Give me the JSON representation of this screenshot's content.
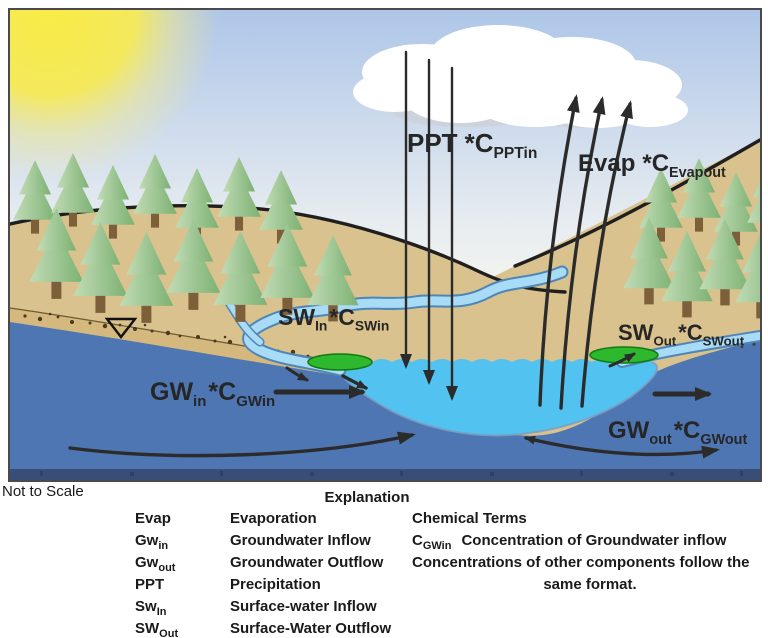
{
  "figure": {
    "footnote": "Not to Scale"
  },
  "flux_labels": {
    "ppt": {
      "base": "PPT",
      "base_sub": "",
      "mult": "*C",
      "conc_sub": "PPTin"
    },
    "evap": {
      "base": "Evap",
      "base_sub": "",
      "mult": "*C",
      "conc_sub": "Evapout"
    },
    "sw_in": {
      "base": "SW",
      "base_sub": "In",
      "mult": "*C",
      "conc_sub": "SWin"
    },
    "sw_out": {
      "base": "SW",
      "base_sub": "Out",
      "mult": "*C",
      "conc_sub": "SWout"
    },
    "gw_in": {
      "base": "GW",
      "base_sub": "in",
      "mult": "*C",
      "conc_sub": "GWin"
    },
    "gw_out": {
      "base": "GW",
      "base_sub": "out",
      "mult": "*C",
      "conc_sub": "GWout"
    }
  },
  "legend": {
    "title": "Explanation",
    "terms": [
      {
        "base": "Evap",
        "sub": "",
        "definition": "Evaporation"
      },
      {
        "base": "Gw",
        "sub": "in",
        "definition": "Groundwater Inflow"
      },
      {
        "base": "Gw",
        "sub": "out",
        "definition": "Groundwater Outflow"
      },
      {
        "base": "PPT",
        "sub": "",
        "definition": "Precipitation"
      },
      {
        "base": "Sw",
        "sub": "In",
        "definition": "Surface-water Inflow"
      },
      {
        "base": "SW",
        "sub": "Out",
        "definition": "Surface-Water Outflow"
      }
    ],
    "chemical": {
      "heading": "Chemical Terms",
      "symbol_base": "C",
      "symbol_sub": "GWin",
      "symbol_definition": "Concentration of Groundwater inflow",
      "note_line1": "Concentrations of other components follow the",
      "note_line2": "same format."
    }
  },
  "palette": {
    "sky-top": "#aec6e8",
    "sun": "#f8ec46",
    "hill": "#d9c28d",
    "hill-outline": "#1f1f1f",
    "sand": "#d4b87e",
    "speckle": "#4a3a1e",
    "groundwater": "#4d76b2",
    "lake": "#52c3f0",
    "stream": "#a8dcf6",
    "stream-edge": "#4f86b8",
    "tree-light": "#c2dcb6",
    "tree-dark": "#7cb173",
    "trunk": "#7d5f3a",
    "vegetation": "#2eb82e",
    "vegetation-edge": "#117a11",
    "arrow": "#2b2b2b",
    "label": "#262626",
    "cloud": "#ffffff",
    "cloud-shadow": "#ccd3dd",
    "scene-border": "#4a4a4a",
    "bedrock-band": "#35486f"
  }
}
